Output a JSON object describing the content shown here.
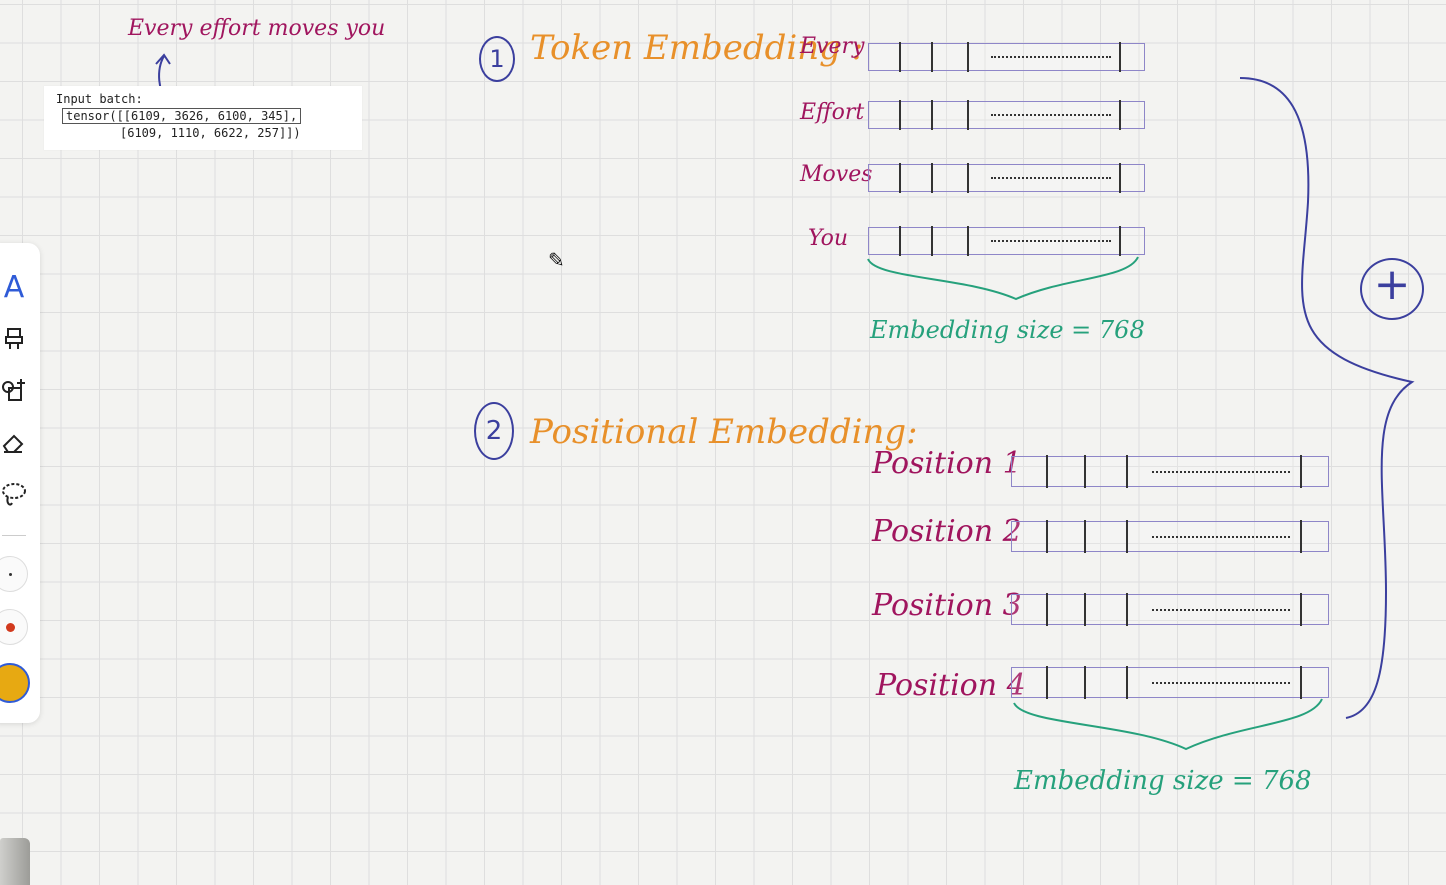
{
  "annotation": {
    "sentence": "Every effort moves you"
  },
  "input_batch": {
    "label": "Input batch:",
    "line1": "tensor([[6109, 3626, 6100,  345],",
    "line2": "[6109, 1110, 6622,  257]])"
  },
  "token_section": {
    "number": "1",
    "title": "Token Embedding :",
    "rows": [
      "Every",
      "Effort",
      "Moves",
      "You"
    ],
    "embedding_size": "Embedding size = 768"
  },
  "positional_section": {
    "number": "2",
    "title": "Positional Embedding:",
    "rows": [
      "Position 1",
      "Position 2",
      "Position 3",
      "Position 4"
    ],
    "embedding_size": "Embedding size = 768"
  },
  "plus_symbol": "+",
  "toolbar": {
    "tools": [
      "text-icon",
      "highlighter-icon",
      "shape-add-icon",
      "eraser-icon",
      "lasso-icon"
    ],
    "text_tool_glyph": "A",
    "color_red": "#d23a1e",
    "color_yellow": "#e7a912",
    "accent_blue": "#2f5bd7"
  },
  "colors": {
    "magenta": "#a0155e",
    "orange": "#e8902a",
    "teal": "#26a17c",
    "blue_ink": "#3b3f9e"
  }
}
